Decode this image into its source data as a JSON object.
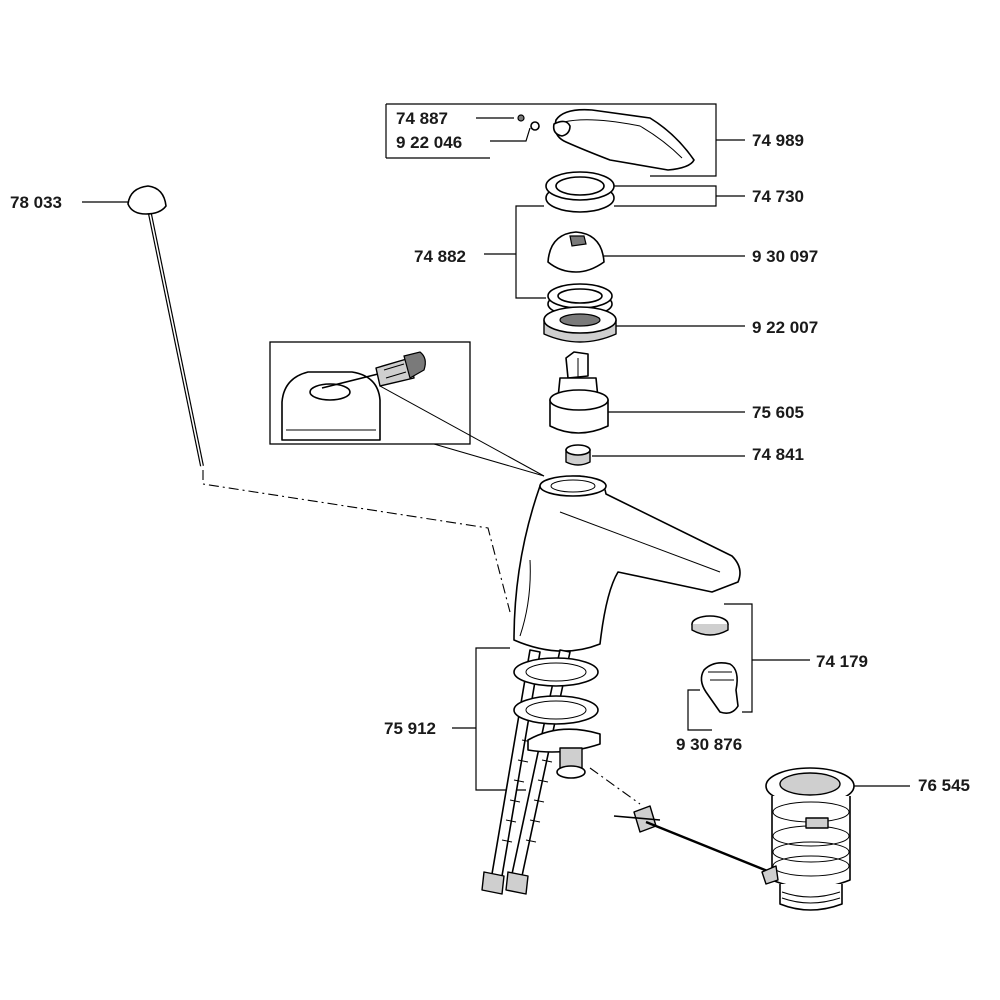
{
  "labels": {
    "p74887": "74 887",
    "p922046": "9 22 046",
    "p74989": "74 989",
    "p78033": "78 033",
    "p74730": "74 730",
    "p74882": "74 882",
    "p930097": "9 30 097",
    "p922007": "9 22 007",
    "p75605": "75 605",
    "p74841": "74 841",
    "p74179": "74 179",
    "p930876": "9 30 876",
    "p75912": "75 912",
    "p76545": "76 545"
  }
}
